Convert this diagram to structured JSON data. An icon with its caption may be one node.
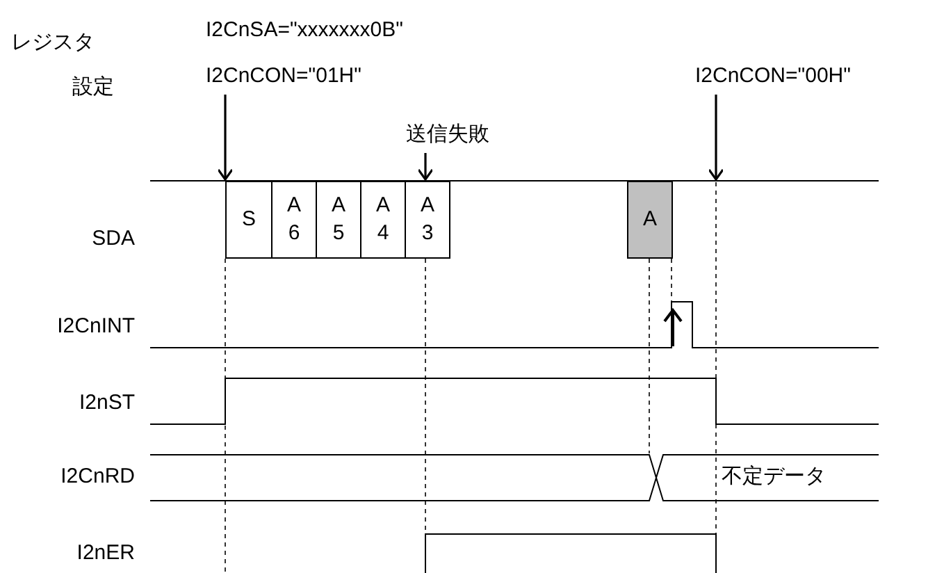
{
  "diagram": {
    "nodes": [
      {
        "text": [
          "S"
        ]
      },
      {
        "text": [
          "A6"
        ]
      },
      {
        "text": [
          "A5"
        ]
      },
      {
        "text": [
          "A4"
        ]
      },
      {
        "text": [
          "A3"
        ]
      },
      {
        "text": [
          "A"
        ]
      },
      {
        "text": [
          "I2CnCON=\"01H\""
        ]
      },
      {
        "text": [
          "送信失敗"
        ]
      },
      {
        "text": [
          "I2CnCON=\"00H\""
        ]
      }
    ],
    "edges": [
      {
        "from": 6,
        "to": 0,
        "arrow": "to"
      },
      {
        "from": 7,
        "to": 4,
        "arrow": "to"
      },
      {
        "from": 8,
        "to": null,
        "arrow": "to"
      }
    ],
    "labels": [
      "レジスタ",
      "I2CnSA=\"xxxxxxx0B\"",
      "設定",
      "SDA",
      "I2CnINT",
      "I2nST",
      "I2CnRD",
      "不定データ",
      "I2nER"
    ]
  }
}
